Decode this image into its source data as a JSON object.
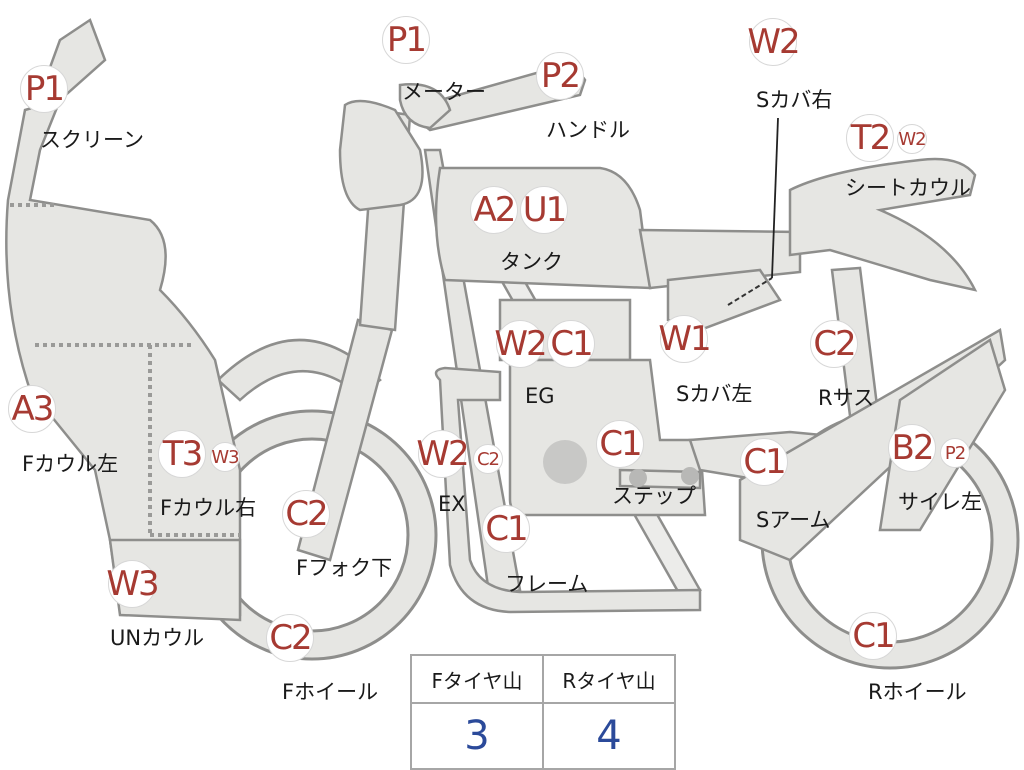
{
  "badges": [
    {
      "id": "screen-code",
      "code": "P1",
      "size": "big",
      "color": "#a63a32"
    },
    {
      "id": "meter-code",
      "code": "P1",
      "size": "big",
      "color": "#a63a32"
    },
    {
      "id": "handle-code",
      "code": "P2",
      "size": "big",
      "color": "#a63a32"
    },
    {
      "id": "scover-right-code",
      "code": "W2",
      "size": "big",
      "color": "#a63a32"
    },
    {
      "id": "seatcowl-code-1",
      "code": "T2",
      "size": "big",
      "color": "#a63a32"
    },
    {
      "id": "seatcowl-code-2",
      "code": "W2",
      "size": "small",
      "color": "#a63a32"
    },
    {
      "id": "tank-code-1",
      "code": "A2",
      "size": "big",
      "color": "#a63a32"
    },
    {
      "id": "tank-code-2",
      "code": "U1",
      "size": "big",
      "color": "#a63a32"
    },
    {
      "id": "eg-code-1",
      "code": "W2",
      "size": "big",
      "color": "#a63a32"
    },
    {
      "id": "eg-code-2",
      "code": "C1",
      "size": "big",
      "color": "#a63a32"
    },
    {
      "id": "scover-left-code",
      "code": "W1",
      "size": "big",
      "color": "#a63a32"
    },
    {
      "id": "rsus-code",
      "code": "C2",
      "size": "big",
      "color": "#a63a32"
    },
    {
      "id": "fcowl-left-code",
      "code": "A3",
      "size": "big",
      "color": "#a63a32"
    },
    {
      "id": "fcowl-right-code-1",
      "code": "T3",
      "size": "big",
      "color": "#a63a32"
    },
    {
      "id": "fcowl-right-code-2",
      "code": "W3",
      "size": "small",
      "color": "#a63a32"
    },
    {
      "id": "ex-code-1",
      "code": "W2",
      "size": "big",
      "color": "#a63a32"
    },
    {
      "id": "ex-code-2",
      "code": "C2",
      "size": "small",
      "color": "#a63a32"
    },
    {
      "id": "step-code",
      "code": "C1",
      "size": "big",
      "color": "#a63a32"
    },
    {
      "id": "sarm-code",
      "code": "C1",
      "size": "big",
      "color": "#a63a32"
    },
    {
      "id": "silencer-code-1",
      "code": "B2",
      "size": "big",
      "color": "#a63a32"
    },
    {
      "id": "silencer-code-2",
      "code": "P2",
      "size": "small",
      "color": "#a63a32"
    },
    {
      "id": "ffork-code",
      "code": "C2",
      "size": "big",
      "color": "#a63a32"
    },
    {
      "id": "frame-code",
      "code": "C1",
      "size": "big",
      "color": "#a63a32"
    },
    {
      "id": "uncowl-code",
      "code": "W3",
      "size": "big",
      "color": "#a63a32"
    },
    {
      "id": "fwheel-code",
      "code": "C2",
      "size": "big",
      "color": "#a63a32"
    },
    {
      "id": "rwheel-code",
      "code": "C1",
      "size": "big",
      "color": "#a63a32"
    }
  ],
  "labels": [
    {
      "id": "screen-label",
      "text": "スクリーン"
    },
    {
      "id": "meter-label",
      "text": "メーター"
    },
    {
      "id": "handle-label",
      "text": "ハンドル"
    },
    {
      "id": "scover-right-label",
      "text": "Sカバ右"
    },
    {
      "id": "seatcowl-label",
      "text": "シートカウル"
    },
    {
      "id": "tank-label",
      "text": "タンク"
    },
    {
      "id": "eg-label",
      "text": "EG"
    },
    {
      "id": "scover-left-label",
      "text": "Sカバ左"
    },
    {
      "id": "rsus-label",
      "text": "Rサス"
    },
    {
      "id": "fcowl-left-label",
      "text": "Fカウル左"
    },
    {
      "id": "fcowl-right-label",
      "text": "Fカウル右"
    },
    {
      "id": "ex-label",
      "text": "EX"
    },
    {
      "id": "step-label",
      "text": "ステップ"
    },
    {
      "id": "sarm-label",
      "text": "Sアーム"
    },
    {
      "id": "silencer-label",
      "text": "サイレ左"
    },
    {
      "id": "ffork-label",
      "text": "Fフォク下"
    },
    {
      "id": "frame-label",
      "text": "フレーム"
    },
    {
      "id": "uncowl-label",
      "text": "UNカウル"
    },
    {
      "id": "fwheel-label",
      "text": "Fホイール"
    },
    {
      "id": "rwheel-label",
      "text": "Rホイール"
    }
  ],
  "tire_table": {
    "headers": [
      "Fタイヤ山",
      "Rタイヤ山"
    ],
    "values": [
      "3",
      "4"
    ],
    "value_color": "#2b4a9a"
  },
  "colors": {
    "code_text": "#a63a32",
    "part_fill": "#e6e6e3",
    "part_outline": "#8e8e8c"
  }
}
